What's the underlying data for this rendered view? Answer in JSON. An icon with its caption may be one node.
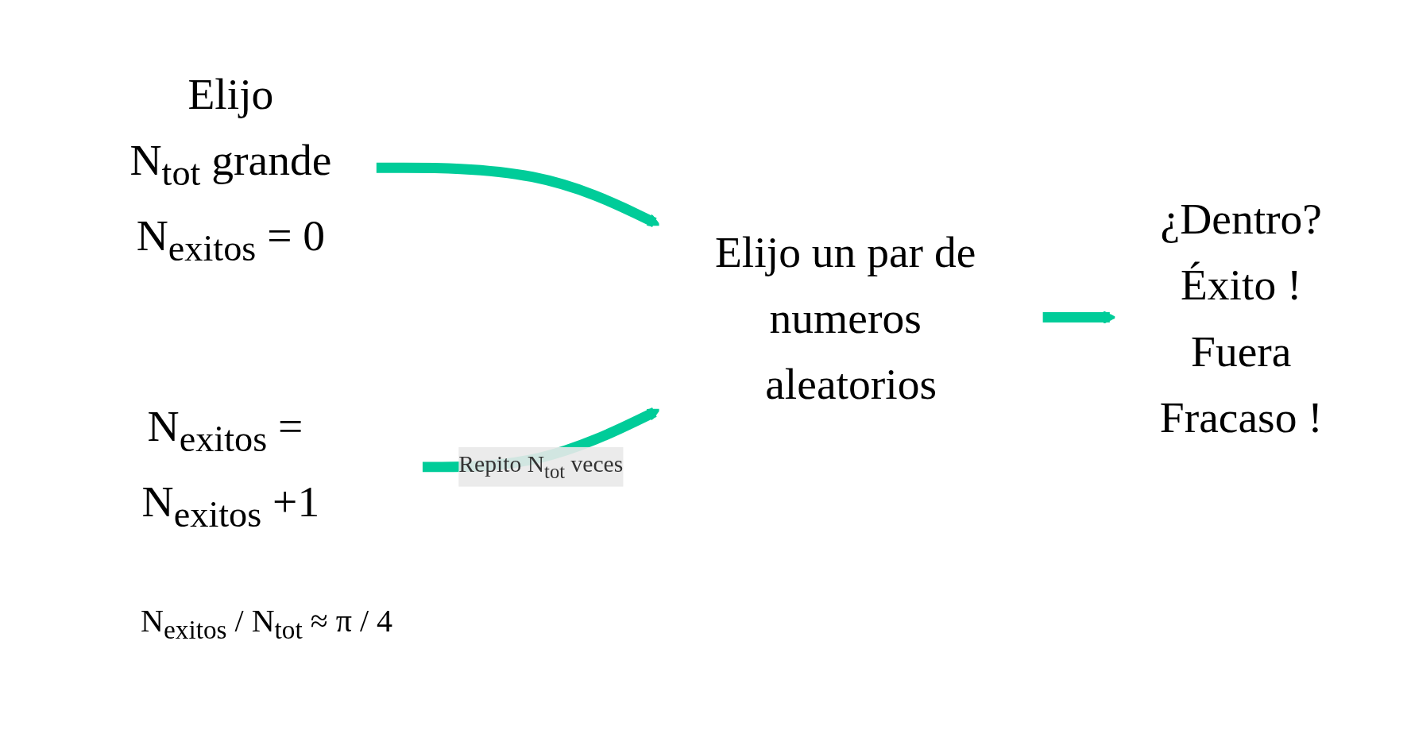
{
  "diagram": {
    "nodes": [
      {
        "text": [
          "Elijo",
          "N$_{tot}$ grande",
          "N$_{exitos}$ = 0"
        ]
      },
      {
        "text": [
          "Elijo un par de numeros aleatorios"
        ]
      },
      {
        "text": [
          "¿Dentro?",
          "Éxito !",
          "Fuera",
          "Fracaso !"
        ]
      },
      {
        "text": [
          "N$_{exitos}$ = N$_{exitos}$ +1"
        ]
      }
    ],
    "edges": [
      {
        "from": 0,
        "to": 1,
        "arrow": "to"
      },
      {
        "from": 1,
        "to": 2,
        "arrow": "to"
      },
      {
        "from": 3,
        "to": 1,
        "arrow": "to",
        "label": "Repito N$_{tot}$ veces"
      }
    ],
    "labels": [
      "N$_{exitos}$ / N$_{tot}$ ≈ π / 4"
    ]
  }
}
